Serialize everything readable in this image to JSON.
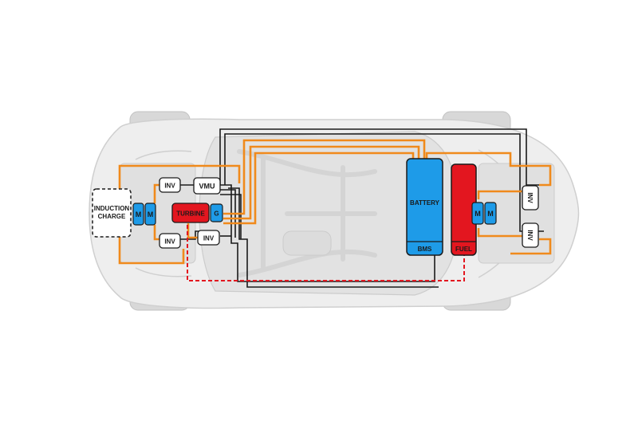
{
  "labels": {
    "induction_line1": "INDUCTION",
    "induction_line2": "CHARGE",
    "motor": "M",
    "inv": "INV",
    "vmu": "VMU",
    "turbine": "TURBINE",
    "generator": "G",
    "battery": "BATTERY",
    "bms": "BMS",
    "fuel": "FUEL"
  },
  "colors": {
    "background": "#ffffff",
    "car_body": "#e9e9e9",
    "car_outline": "#c8c8c8",
    "wheel": "#d6d6d6",
    "motor_blue": "#1e9be8",
    "battery_blue": "#1e9be8",
    "turbine_red": "#e3161f",
    "fuel_red": "#e3161f",
    "power_wire_orange": "#f08a1c",
    "signal_wire_black": "#1a1a1a",
    "fuel_line_red": "#e3161f"
  },
  "icons": {
    "wheel": "tire-shape",
    "car": "car-top-view-outline"
  }
}
